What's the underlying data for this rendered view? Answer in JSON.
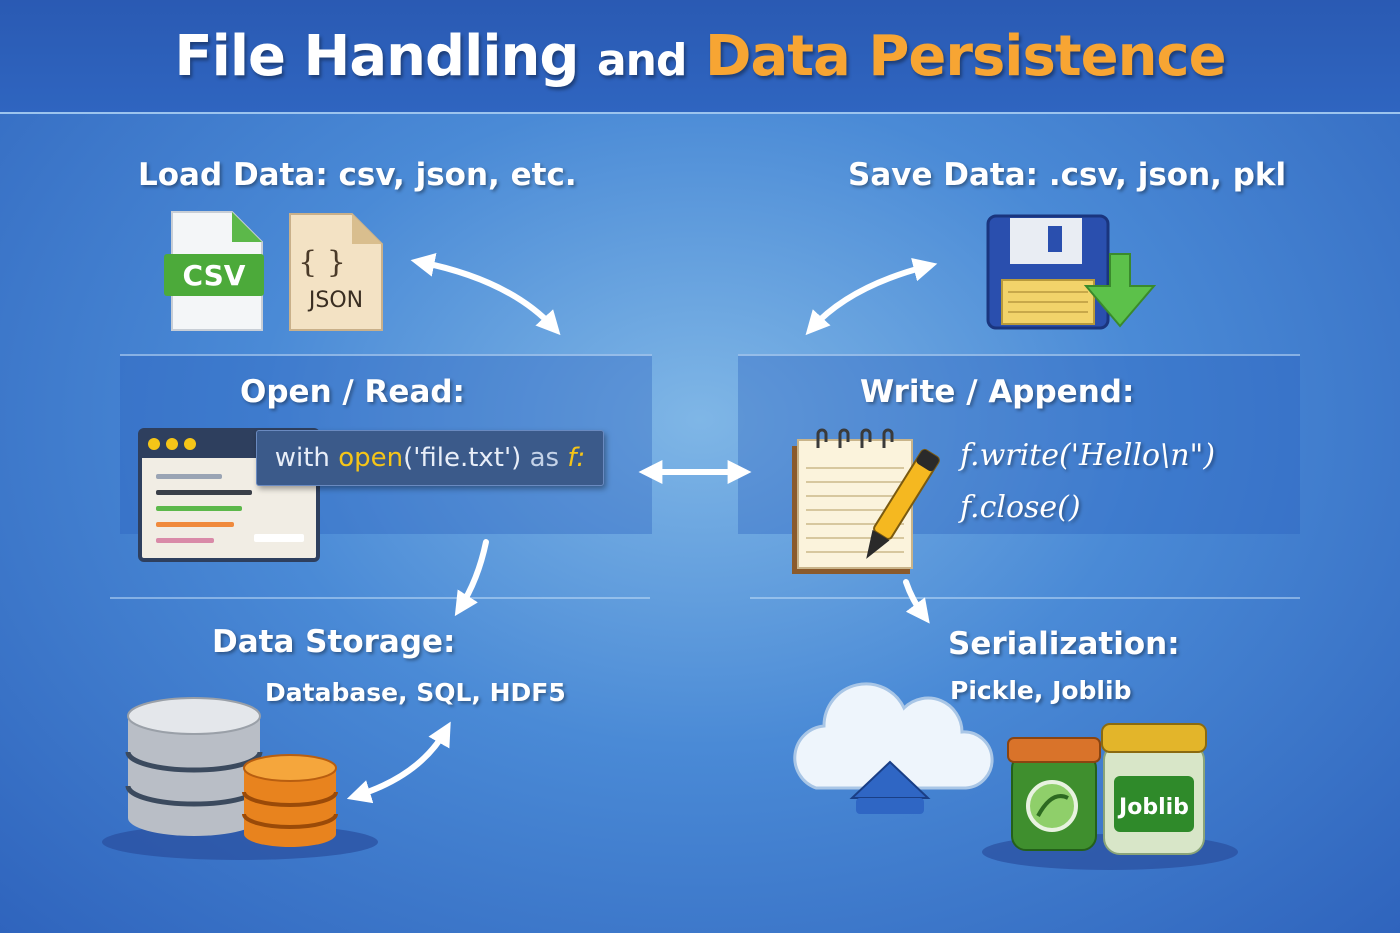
{
  "title": {
    "part1": "File Handling",
    "part2": "and",
    "part3": "Data Persistence"
  },
  "load": {
    "heading": "Load Data: csv, json, etc.",
    "csv_label": "CSV",
    "json_label": "JSON",
    "json_braces": "{ }"
  },
  "save": {
    "heading": "Save Data: .csv, json, pkl"
  },
  "open": {
    "heading": "Open / Read:",
    "code_kw": "with",
    "code_fn": "open",
    "code_arg": "('file.txt')",
    "code_as": "as",
    "code_var": "f:"
  },
  "write": {
    "heading": "Write / Append:",
    "line1": "f.write('Hello\\n\")",
    "line2": "f.close()"
  },
  "storage": {
    "heading": "Data Storage:",
    "sub": "Database, SQL, HDF5"
  },
  "serial": {
    "heading": "Serialization:",
    "sub": "Pickle, Joblib",
    "jar_label": "Joblib"
  },
  "colors": {
    "accent": "#f7a533",
    "code_yellow": "#f5c518",
    "csv_green": "#4caa3a"
  }
}
